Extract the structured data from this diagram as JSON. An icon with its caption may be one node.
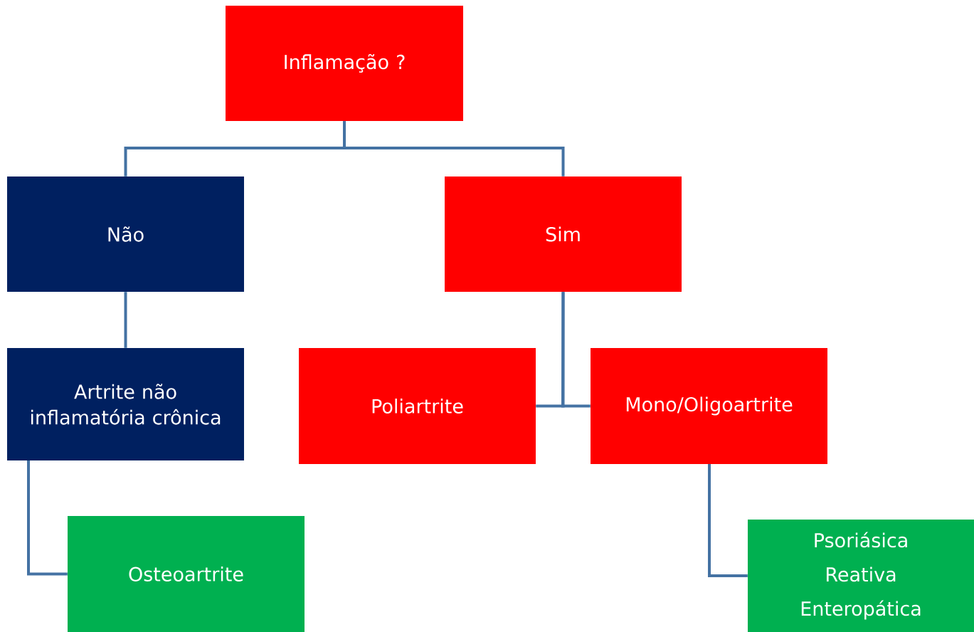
{
  "diagram": {
    "nodes": [
      {
        "text": [
          "Inflamação ?"
        ]
      },
      {
        "text": [
          "Não"
        ]
      },
      {
        "text": [
          "Sim"
        ]
      },
      {
        "text": [
          "Artrite não inflamatória crônica"
        ]
      },
      {
        "text": [
          "Poliartrite"
        ]
      },
      {
        "text": [
          "Mono/Oligoartrite"
        ]
      },
      {
        "text": [
          "Osteoartrite"
        ]
      },
      {
        "text": [
          "Psoriásica",
          "Reativa",
          "Enteropática"
        ]
      }
    ],
    "edges": [
      {
        "from": 0,
        "to": 1,
        "arrow": "none"
      },
      {
        "from": 0,
        "to": 2,
        "arrow": "none"
      },
      {
        "from": 1,
        "to": 3,
        "arrow": "none"
      },
      {
        "from": 2,
        "to": 4,
        "arrow": "none"
      },
      {
        "from": 2,
        "to": 5,
        "arrow": "none"
      },
      {
        "from": 3,
        "to": 6,
        "arrow": "none"
      },
      {
        "from": 5,
        "to": 7,
        "arrow": "none"
      }
    ]
  }
}
